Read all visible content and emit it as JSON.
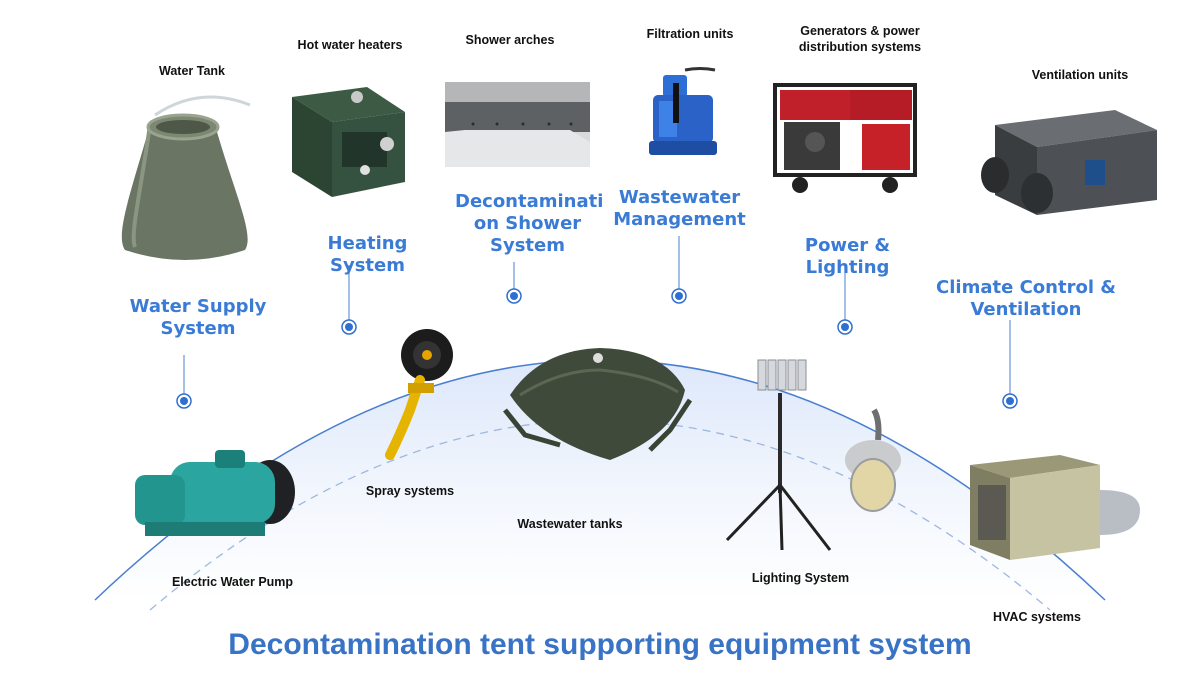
{
  "title": "Decontamination tent supporting equipment system",
  "systems": [
    {
      "id": "water-supply",
      "label": "Water Supply System"
    },
    {
      "id": "heating",
      "label": "Heating System"
    },
    {
      "id": "decon-shower",
      "label": "Decontaminati on Shower System"
    },
    {
      "id": "wastewater",
      "label": "Wastewater Management"
    },
    {
      "id": "power",
      "label": "Power & Lighting"
    },
    {
      "id": "climate",
      "label": "Climate Control & Ventilation"
    }
  ],
  "equipment": {
    "water_tank": "Water Tank",
    "hot_water_heaters": "Hot water heaters",
    "shower_arches": "Shower arches",
    "filtration_units": "Filtration units",
    "generators": "Generators & power distribution systems",
    "ventilation_units": "Ventilation units",
    "spray_systems": "Spray systems",
    "wastewater_tanks": "Wastewater tanks",
    "electric_water_pump": "Electric Water Pump",
    "lighting_system": "Lighting System",
    "hvac_systems": "HVAC systems"
  },
  "icons": [
    "water-tank-icon",
    "heater-icon",
    "shower-arch-icon",
    "submersible-pump-icon",
    "generator-icon",
    "ventilation-unit-icon",
    "spray-nozzle-icon",
    "bladder-tank-icon",
    "water-pump-icon",
    "light-tower-icon",
    "floodlight-icon",
    "hvac-unit-icon"
  ],
  "colors": {
    "system_label": "#3a7bd5",
    "title": "#3973c6",
    "node": "#2f6fd0",
    "arc": "#4a7fd0"
  }
}
